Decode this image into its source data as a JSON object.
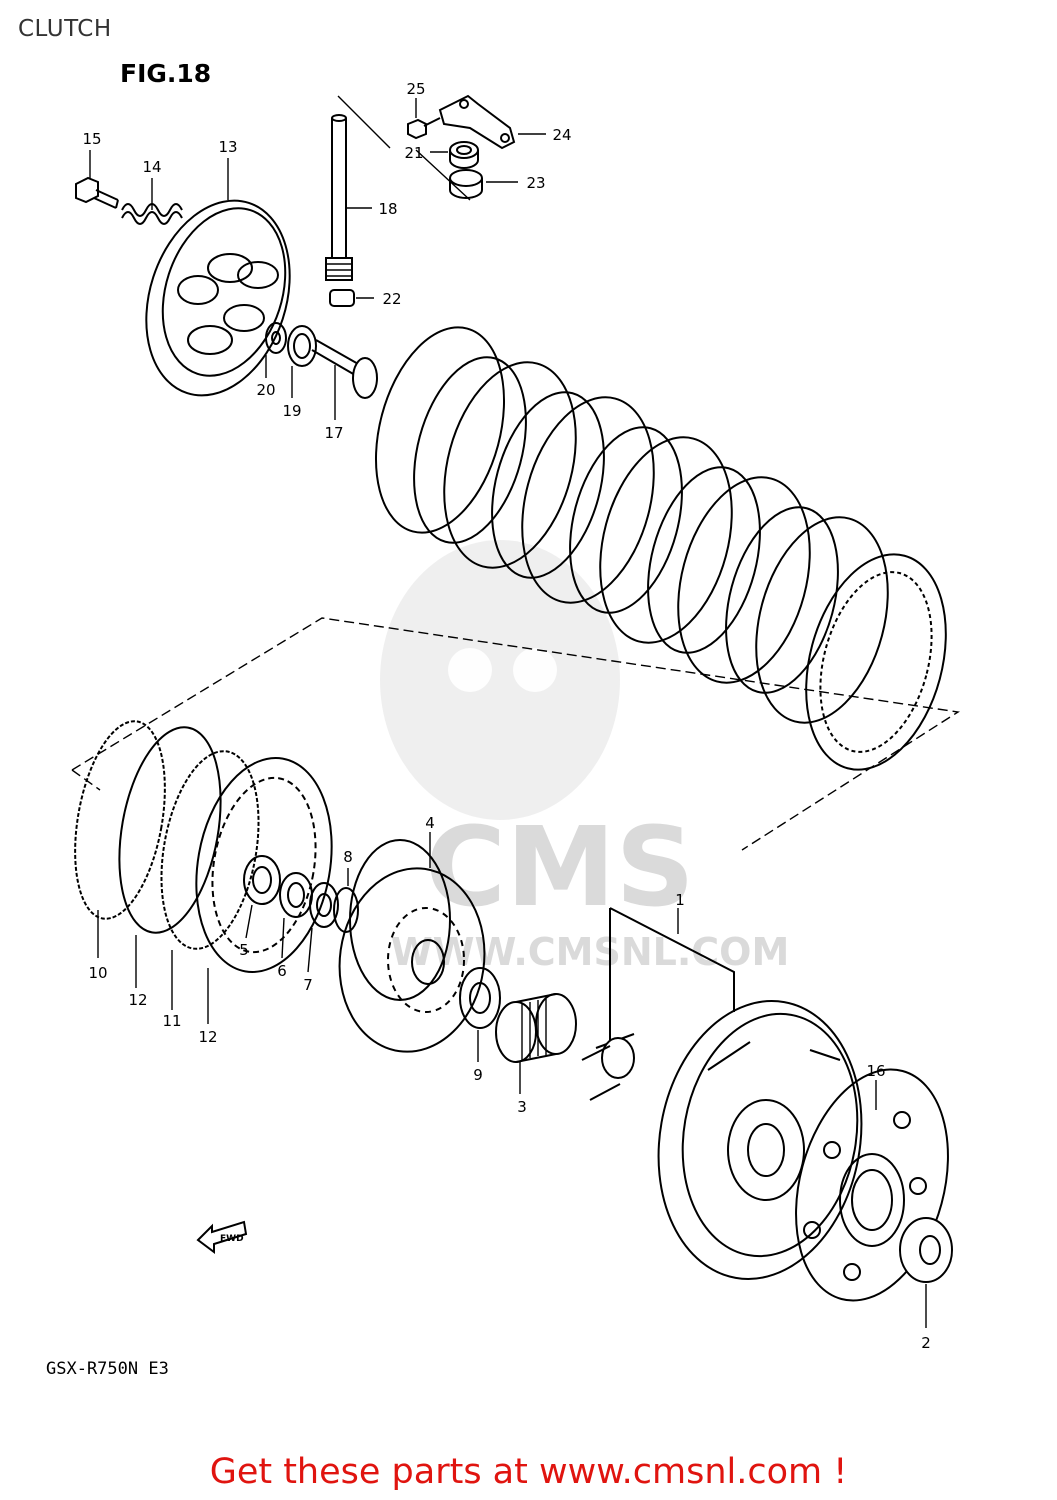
{
  "page": {
    "title": "CLUTCH",
    "figure_label": "FIG.18",
    "model_code": "GSX-R750N E3",
    "fwd_marker": "FWD",
    "watermark": {
      "brand": "CMS",
      "url": "WWW.CMSNL.COM"
    },
    "footer_link": "Get these parts at www.cmsnl.com !",
    "footer_color": "#e0140f"
  },
  "callouts": {
    "c1": "1",
    "c2": "2",
    "c3": "3",
    "c4": "4",
    "c5": "5",
    "c6": "6",
    "c7": "7",
    "c8": "8",
    "c9": "9",
    "c10": "10",
    "c11": "11",
    "c12a": "12",
    "c12b": "12",
    "c13": "13",
    "c14": "14",
    "c15": "15",
    "c16": "16",
    "c17": "17",
    "c18": "18",
    "c19": "19",
    "c20": "20",
    "c21": "21",
    "c22": "22",
    "c23": "23",
    "c24": "24",
    "c25": "25"
  }
}
